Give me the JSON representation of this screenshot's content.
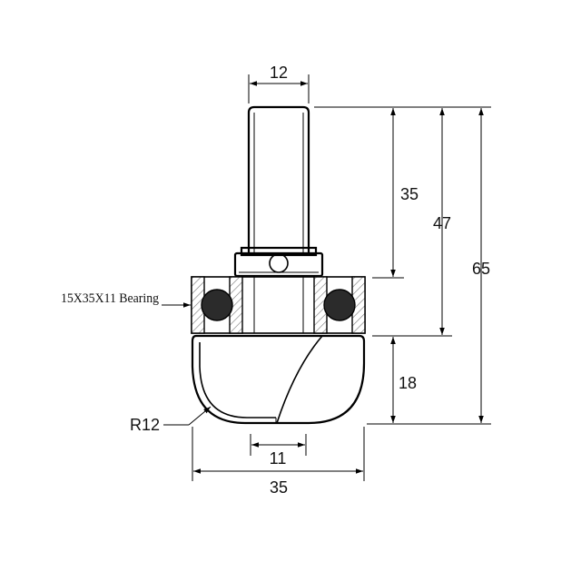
{
  "diagram": {
    "dimensions": {
      "shank_diameter": "12",
      "shank_length": "35",
      "upper_height": "47",
      "overall_length": "65",
      "cutting_height": "18",
      "tip_width": "11",
      "cutting_diameter": "35",
      "radius": "R12"
    },
    "labels": {
      "bearing": "15X35X11 Bearing"
    }
  }
}
